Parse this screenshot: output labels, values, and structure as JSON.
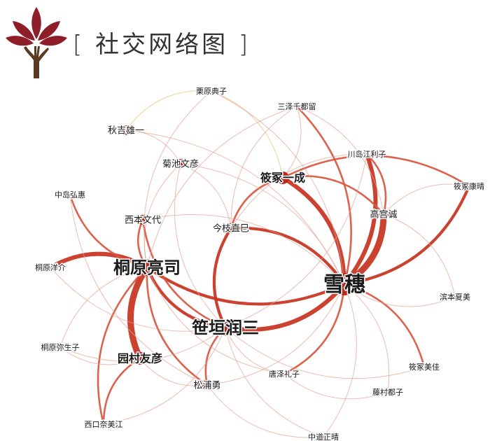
{
  "header": {
    "title": "[ 社交网络图 ]"
  },
  "colors": {
    "strong": "#c8321e",
    "medium": "#d9563f",
    "weak": "#e6a090",
    "yellow": "#e9c26a",
    "node": "#b9281a"
  },
  "nodes": [
    {
      "id": "xuesui",
      "label": "雪穗",
      "size": 4
    },
    {
      "id": "lihao",
      "label": "桐原亮司",
      "size": 3
    },
    {
      "id": "dijun",
      "label": "笹垣润三",
      "size": 3
    },
    {
      "id": "yuancun",
      "label": "园村友彦",
      "size": 2
    },
    {
      "id": "xiben",
      "label": "西本文代",
      "size": 1
    },
    {
      "id": "jinzhi",
      "label": "今枝直巳",
      "size": 1
    },
    {
      "id": "xiaozhuyicheng",
      "label": "筱冢一成",
      "size": 2
    },
    {
      "id": "gaogong",
      "label": "高宫诚",
      "size": 1
    },
    {
      "id": "songpu",
      "label": "松浦勇",
      "size": 1
    },
    {
      "id": "juchi",
      "label": "菊池文彦",
      "size": 1
    },
    {
      "id": "qiuji",
      "label": "秋吉雄一",
      "size": 1
    },
    {
      "id": "zhongdao",
      "label": "中岛弘惠",
      "size": 0
    },
    {
      "id": "tongyuanyang",
      "label": "桐原洋介",
      "size": 0
    },
    {
      "id": "tongyuanmi",
      "label": "桐原弥生子",
      "size": 0
    },
    {
      "id": "xikou",
      "label": "西口奈美江",
      "size": 0
    },
    {
      "id": "tangze",
      "label": "唐泽礼子",
      "size": 0
    },
    {
      "id": "zhongdaojing",
      "label": "中道正晴",
      "size": 0
    },
    {
      "id": "chuanhong",
      "label": "川岛江利子",
      "size": 0
    },
    {
      "id": "xiaozhukang",
      "label": "筱冢康晴",
      "size": 0
    },
    {
      "id": "sanze",
      "label": "三泽千都留",
      "size": 0
    },
    {
      "id": "lidian",
      "label": "栗原典子",
      "size": 0
    },
    {
      "id": "xiaozhumei",
      "label": "筱冢美佳",
      "size": 0
    },
    {
      "id": "bingben",
      "label": "滨本夏美",
      "size": 0
    },
    {
      "id": "tengcun",
      "label": "藤村都子",
      "size": 0
    }
  ],
  "edges": [
    {
      "s": "lihao",
      "t": "yuancun",
      "w": 5
    },
    {
      "s": "lihao",
      "t": "dijun",
      "w": 3
    },
    {
      "s": "lihao",
      "t": "tongyuanyang",
      "w": 4
    },
    {
      "s": "lihao",
      "t": "xiben",
      "w": 2
    },
    {
      "s": "lihao",
      "t": "zhongdao",
      "w": 2
    },
    {
      "s": "lihao",
      "t": "xuesui",
      "w": 3
    },
    {
      "s": "lihao",
      "t": "songpu",
      "w": 2
    },
    {
      "s": "lihao",
      "t": "xikou",
      "w": 2
    },
    {
      "s": "lihao",
      "t": "tongyuanmi",
      "w": 1
    },
    {
      "s": "lihao",
      "t": "juchi",
      "w": 1
    },
    {
      "s": "yuancun",
      "t": "xikou",
      "w": 2
    },
    {
      "s": "yuancun",
      "t": "tongyuanmi",
      "w": 1
    },
    {
      "s": "yuancun",
      "t": "songpu",
      "w": 1
    },
    {
      "s": "dijun",
      "t": "xuesui",
      "w": 4
    },
    {
      "s": "dijun",
      "t": "jinzhi",
      "w": 3
    },
    {
      "s": "dijun",
      "t": "songpu",
      "w": 2
    },
    {
      "s": "dijun",
      "t": "xiben",
      "w": 2
    },
    {
      "s": "dijun",
      "t": "zhongdaojing",
      "w": 1
    },
    {
      "s": "dijun",
      "t": "tangze",
      "w": 1
    },
    {
      "s": "dijun",
      "t": "juchi",
      "w": 1
    },
    {
      "s": "dijun",
      "t": "tongyuanmi",
      "w": 1
    },
    {
      "s": "xuesui",
      "t": "gaogong",
      "w": 5
    },
    {
      "s": "xuesui",
      "t": "xiaozhuyicheng",
      "w": 4
    },
    {
      "s": "xuesui",
      "t": "chuanhong",
      "w": 4
    },
    {
      "s": "xuesui",
      "t": "xiaozhukang",
      "w": 3
    },
    {
      "s": "xuesui",
      "t": "sanze",
      "w": 2
    },
    {
      "s": "xuesui",
      "t": "jinzhi",
      "w": 3
    },
    {
      "s": "xuesui",
      "t": "xiaozhumei",
      "w": 2
    },
    {
      "s": "xuesui",
      "t": "tangze",
      "w": 2
    },
    {
      "s": "xuesui",
      "t": "bingben",
      "w": 1
    },
    {
      "s": "xuesui",
      "t": "tengcun",
      "w": 1
    },
    {
      "s": "xuesui",
      "t": "zhongdaojing",
      "w": 1
    },
    {
      "s": "xiaozhuyicheng",
      "t": "gaogong",
      "w": 2
    },
    {
      "s": "xiaozhuyicheng",
      "t": "jinzhi",
      "w": 2
    },
    {
      "s": "xiaozhuyicheng",
      "t": "xiaozhukang",
      "w": 2
    },
    {
      "s": "xiaozhuyicheng",
      "t": "sanze",
      "w": 1
    },
    {
      "s": "gaogong",
      "t": "chuanhong",
      "w": 2
    },
    {
      "s": "gaogong",
      "t": "sanze",
      "w": 1
    },
    {
      "s": "jinzhi",
      "t": "juchi",
      "w": 1
    },
    {
      "s": "qiuji",
      "t": "lidian",
      "w": 1,
      "yellow": true
    },
    {
      "s": "qiuji",
      "t": "juchi",
      "w": 1
    },
    {
      "s": "lidian",
      "t": "xiaozhuyicheng",
      "w": 1,
      "yellow": true
    },
    {
      "s": "qiuji",
      "t": "xuesui",
      "w": 1
    },
    {
      "s": "lidian",
      "t": "xuesui",
      "w": 1
    },
    {
      "s": "xiben",
      "t": "xuesui",
      "w": 1
    },
    {
      "s": "tongyuanyang",
      "t": "dijun",
      "w": 1
    },
    {
      "s": "zhongdao",
      "t": "songpu",
      "w": 1
    },
    {
      "s": "xikou",
      "t": "dijun",
      "w": 1
    },
    {
      "s": "tangze",
      "t": "lihao",
      "w": 1
    },
    {
      "s": "songpu",
      "t": "xuesui",
      "w": 1
    },
    {
      "s": "juchi",
      "t": "xuesui",
      "w": 1
    },
    {
      "s": "sanze",
      "t": "jinzhi",
      "w": 1
    },
    {
      "s": "chuanhong",
      "t": "jinzhi",
      "w": 1
    },
    {
      "s": "xiaozhukang",
      "t": "gaogong",
      "w": 1
    },
    {
      "s": "bingben",
      "t": "gaogong",
      "w": 1
    },
    {
      "s": "tengcun",
      "t": "tangze",
      "w": 1
    },
    {
      "s": "zhongdaojing",
      "t": "songpu",
      "w": 1
    },
    {
      "s": "lidian",
      "t": "lihao",
      "w": 1
    },
    {
      "s": "sanze",
      "t": "lihao",
      "w": 1
    },
    {
      "s": "xiaozhumei",
      "t": "dijun",
      "w": 1
    },
    {
      "s": "chuanhong",
      "t": "dijun",
      "w": 1
    }
  ]
}
